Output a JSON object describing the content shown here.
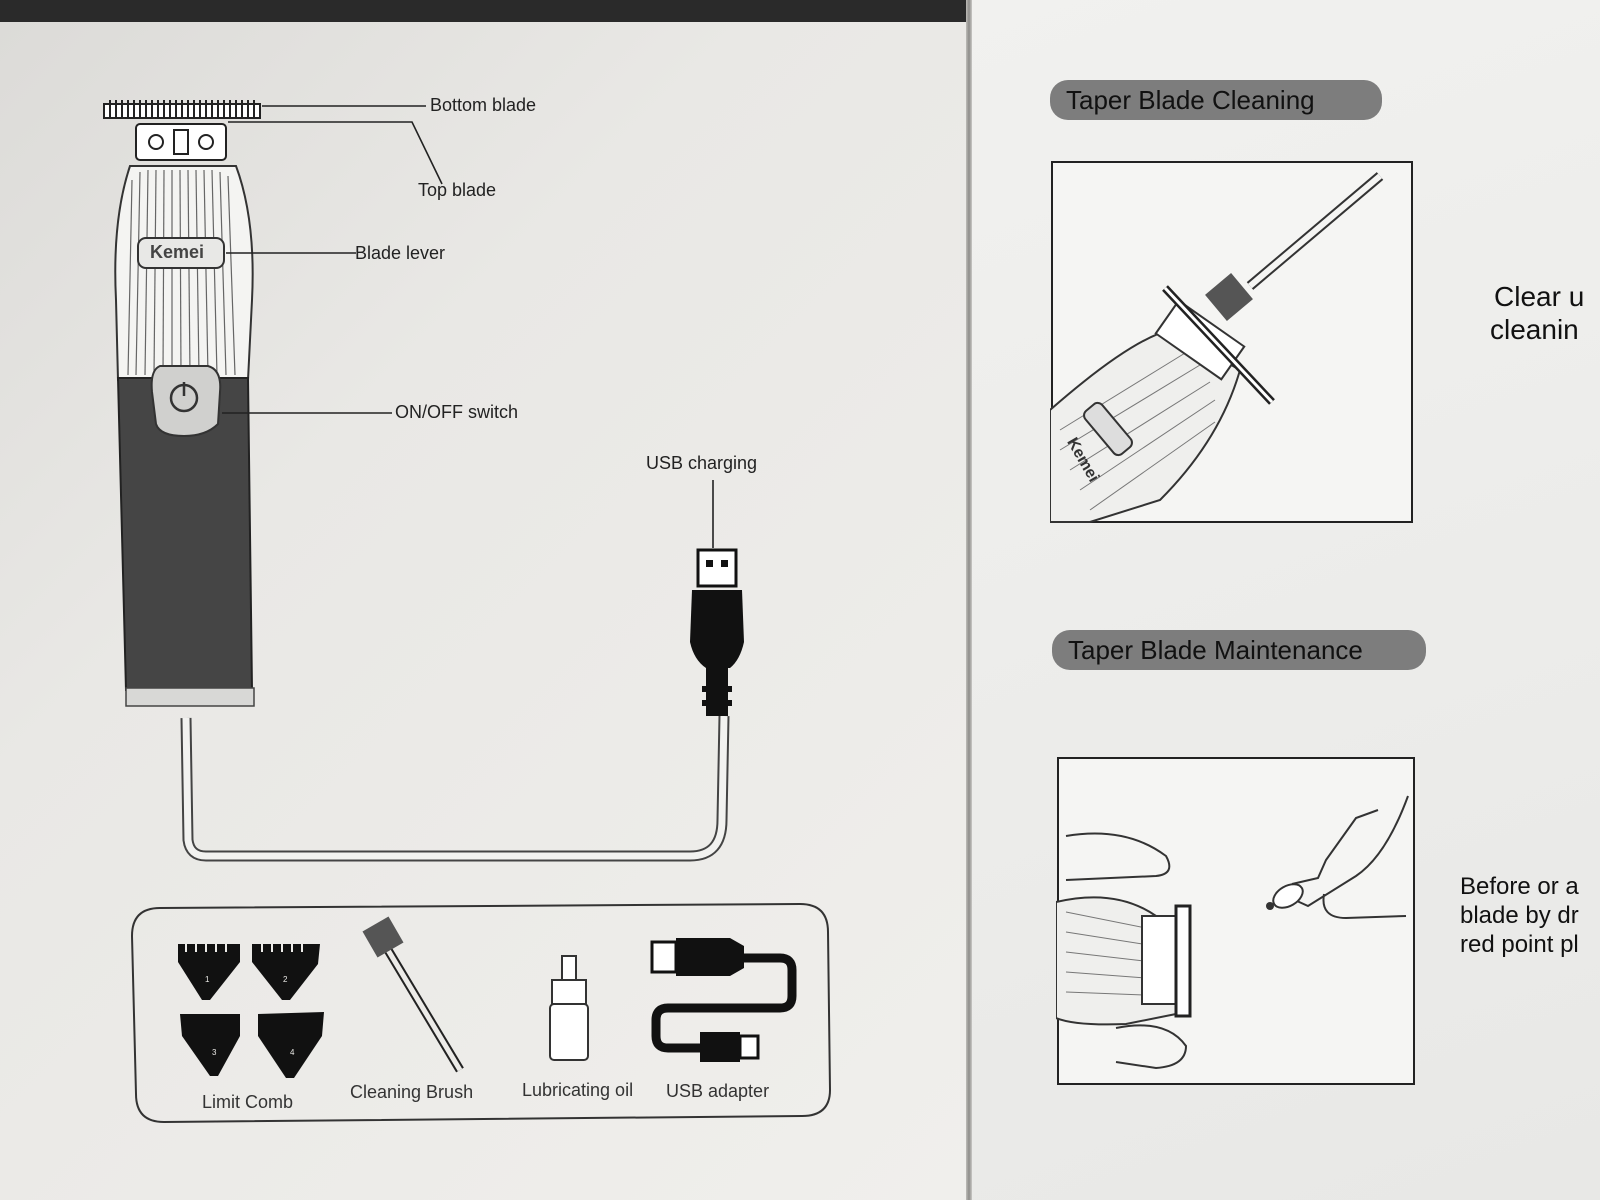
{
  "left_page": {
    "labels": {
      "bottom_blade": "Bottom blade",
      "top_blade": "Top blade",
      "blade_lever": "Blade lever",
      "on_off_switch": "ON/OFF switch",
      "usb_charging": "USB charging"
    },
    "brand": "Kemei",
    "accessories": {
      "limit_comb": "Limit Comb",
      "cleaning_brush": "Cleaning Brush",
      "lubricating_oil": "Lubricating oil",
      "usb_adapter": "USB adapter"
    },
    "comb_numbers": [
      "1",
      "2",
      "3",
      "4"
    ]
  },
  "right_page": {
    "cleaning_title": "Taper Blade Cleaning",
    "cleaning_text": [
      "Clear u",
      "cleanin"
    ],
    "maintenance_title": "Taper Blade Maintenance",
    "maintenance_text": [
      "Before or a",
      "blade by dr",
      "red point pl"
    ],
    "brand": "Kemei"
  }
}
